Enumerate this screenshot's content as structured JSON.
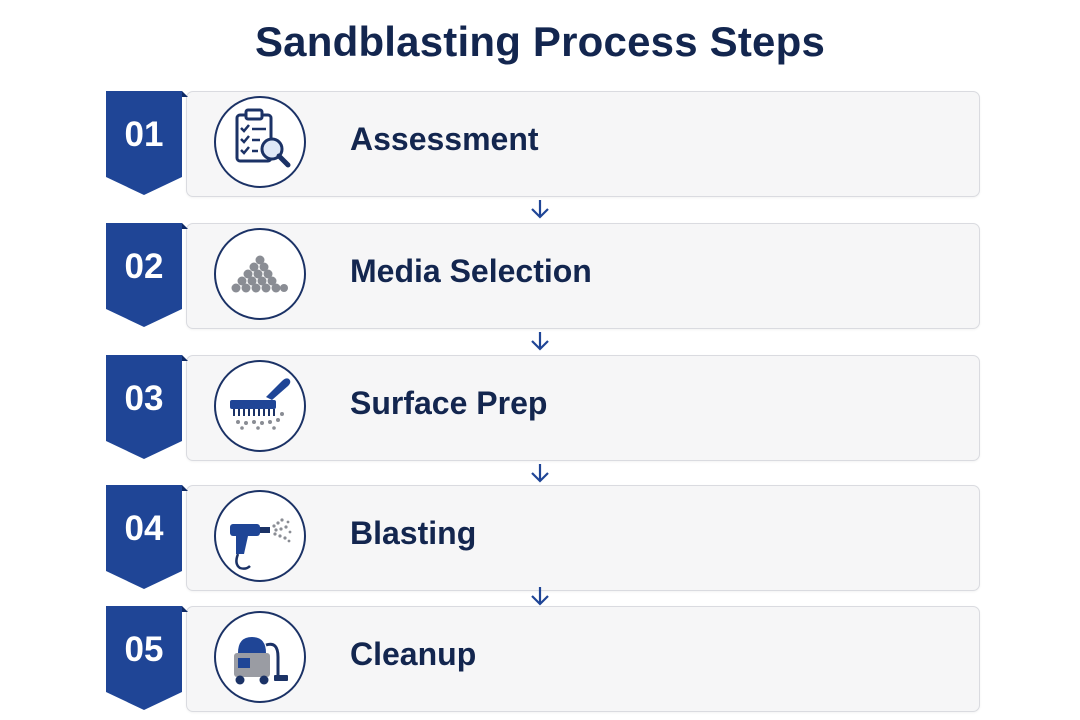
{
  "title": "Sandblasting Process Steps",
  "colors": {
    "badge": "#1f4596",
    "badge_fold": "#0f2a66",
    "text": "#13264f",
    "card": "#f6f6f7",
    "accent": "#1f4596"
  },
  "steps": [
    {
      "number": "01",
      "label": "Assessment",
      "icon": "clipboard-search-icon"
    },
    {
      "number": "02",
      "label": "Media Selection",
      "icon": "media-pile-icon"
    },
    {
      "number": "03",
      "label": "Surface Prep",
      "icon": "brush-icon"
    },
    {
      "number": "04",
      "label": "Blasting",
      "icon": "blast-gun-icon"
    },
    {
      "number": "05",
      "label": "Cleanup",
      "icon": "vacuum-icon"
    }
  ],
  "connector_icon": "down-arrow-icon"
}
